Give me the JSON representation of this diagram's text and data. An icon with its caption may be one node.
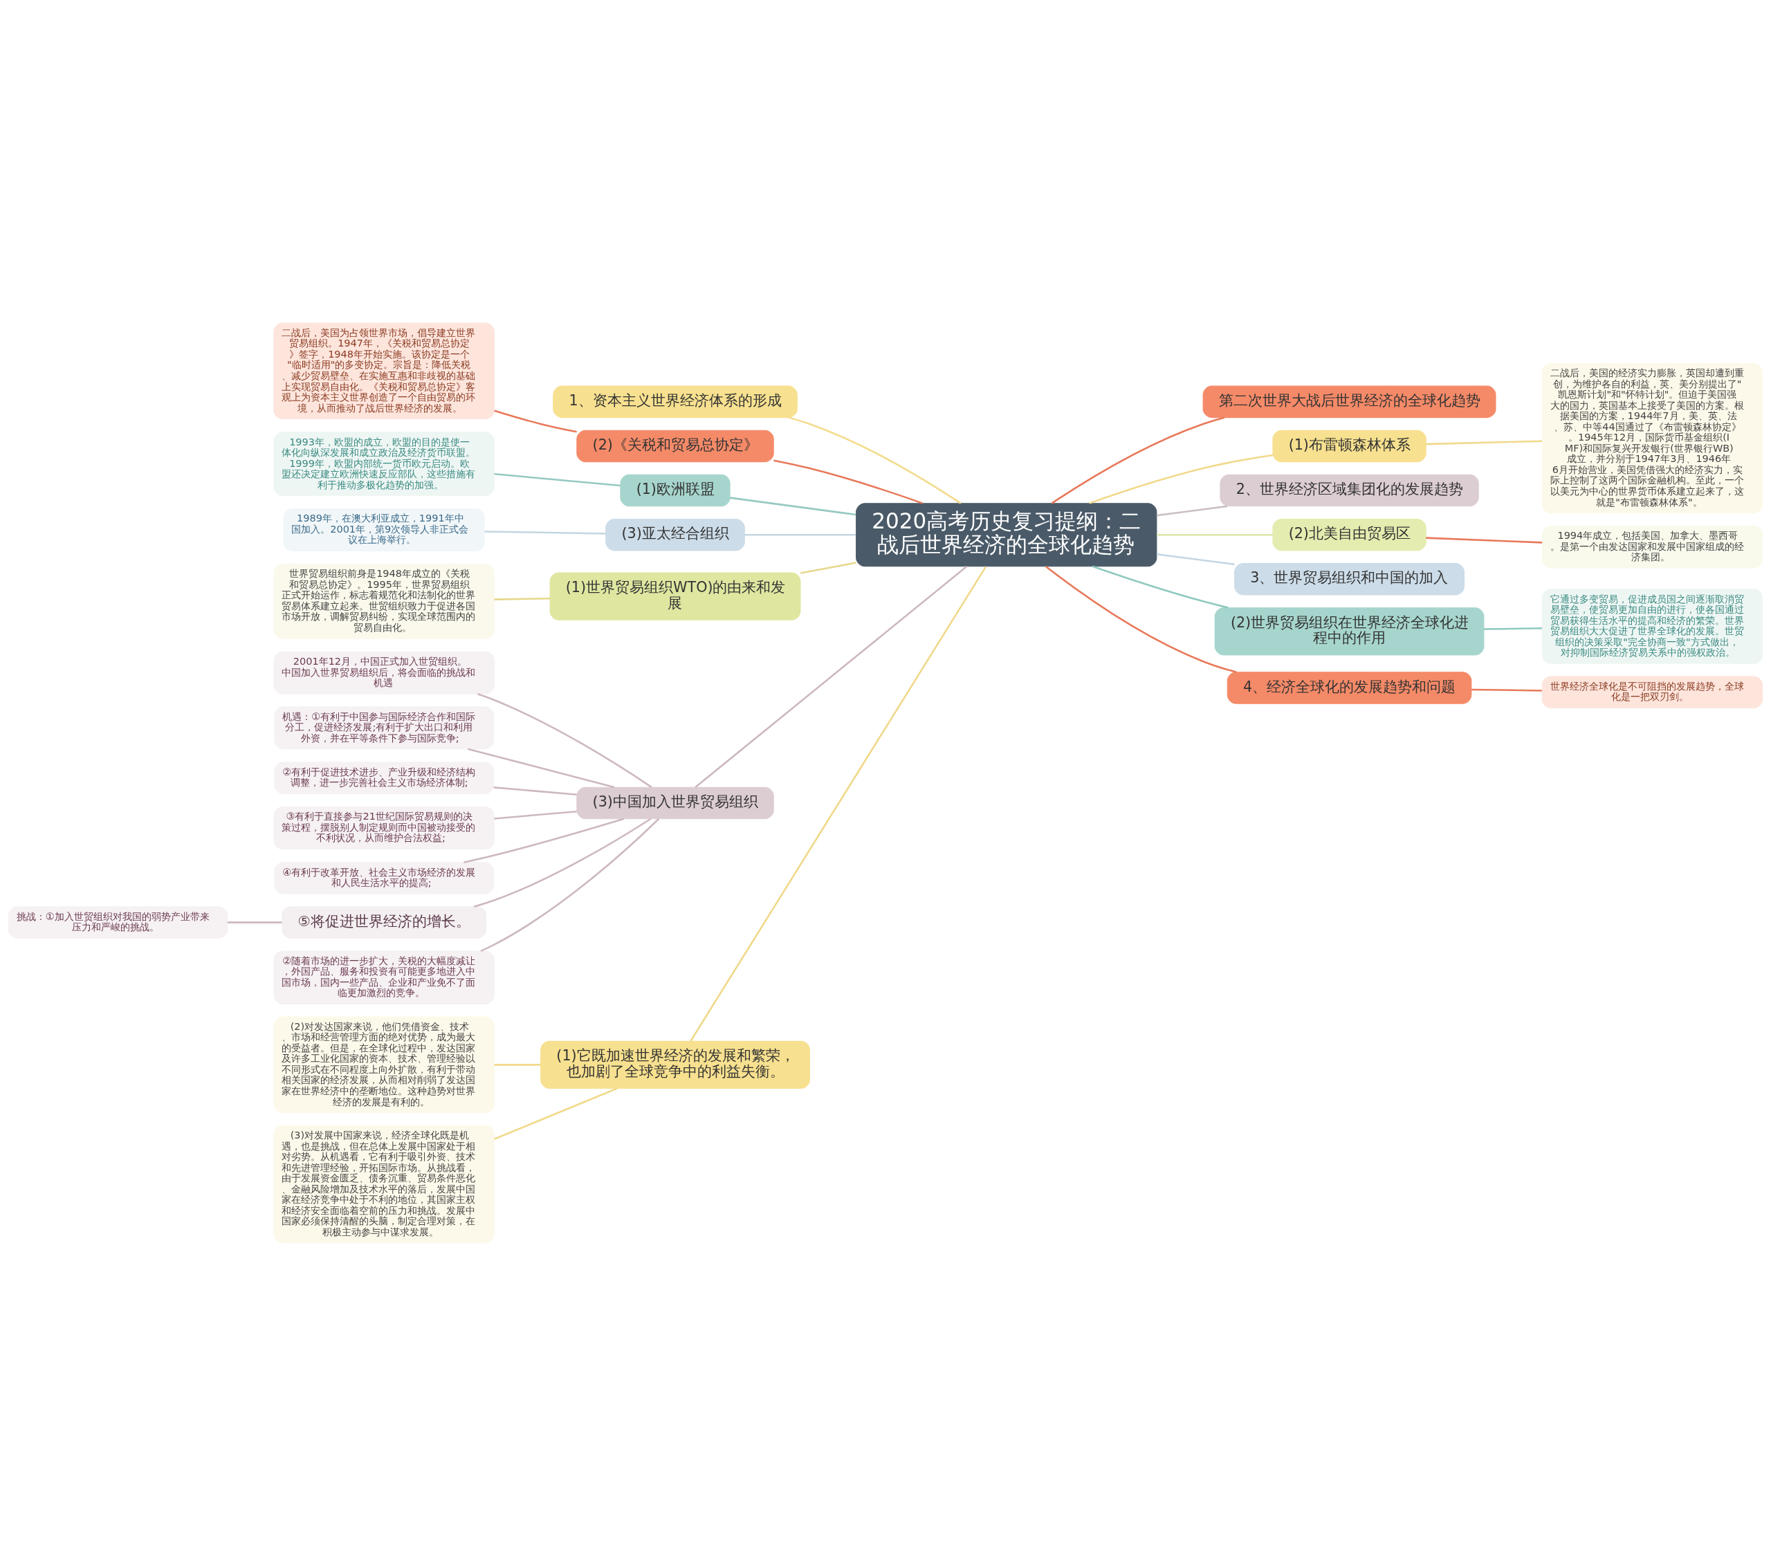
{
  "diagram": {
    "nodes": [
      {
        "text": [
          "2020高考历史复习提纲：二战后世界经济的全球化趋势"
        ]
      },
      {
        "text": [
          "1、资本主义世界经济体系的形成"
        ]
      },
      {
        "text": [
          "二战后，美国为占领世界市场，倡导建立世界贸易组织。1947年，《关税和贸易总协定》签字，1948年开始实施。该协定是一个\"临时适用\"的多变协定。宗旨是：降低关税、减少贸易壁垒、在实施互惠和非歧视的基础上实现贸易自由化。《关税和贸易总协定》客观上为资本主义世界创造了一个自由贸易的环境，从而推动了战后世界经济的发展。"
        ]
      },
      {
        "text": [
          "(2)《关税和贸易总协定》"
        ]
      },
      {
        "text": [
          "1993年，欧盟的成立，欧盟的目的是使一体化向纵深发展和成立政治及经济货币联盟。1999年，欧盟内部统一货币欧元启动。欧盟还决定建立欧洲快速反应部队，这些措施有利于推动多极化趋势的加强。"
        ]
      },
      {
        "text": [
          "(1)欧洲联盟"
        ]
      },
      {
        "text": [
          "1989年，在澳大利亚成立，1991年中国加入。2001年，第9次领导人非正式会议在上海举行。"
        ]
      },
      {
        "text": [
          "(3)亚太经合组织"
        ]
      },
      {
        "text": [
          "世界贸易组织前身是1948年成立的《关税和贸易总协定》。1995年，世界贸易组织正式开始运作，标志着规范化和法制化的世界贸易体系建立起来。世贸组织致力于促进各国市场开放，调解贸易纠纷，实现全球范围内的贸易自由化。"
        ]
      },
      {
        "text": [
          "(1)世界贸易组织WTO)的由来和发展"
        ]
      },
      {
        "text": [
          "2001年12月，中国正式加入世贸组织。中国加入世界贸易组织后，将会面临的挑战和机遇"
        ]
      },
      {
        "text": [
          "机遇：①有利于中国参与国际经济合作和国际分工，促进经济发展;有利于扩大出口和利用外资，并在平等条件下参与国际竞争;"
        ]
      },
      {
        "text": [
          "②有利于促进技术进步、产业升级和经济结构调整，进一步完善社会主义市场经济体制;"
        ]
      },
      {
        "text": [
          "③有利于直接参与21世纪国际贸易规则的决策过程，摆脱别人制定规则而中国被动接受的不利状况，从而维护合法权益;"
        ]
      },
      {
        "text": [
          "④有利于改革开放、社会主义市场经济的发展和人民生活水平的提高;"
        ]
      },
      {
        "text": [
          "挑战：①加入世贸组织对我国的弱势产业带来压力和严峻的挑战。"
        ]
      },
      {
        "text": [
          "⑤将促进世界经济的增长。"
        ]
      },
      {
        "text": [
          "②随着市场的进一步扩大，关税的大幅度减让，外国产品、服务和投资有可能更多地进入中国市场，国内一些产品、企业和产业免不了面临更加激烈的竞争。"
        ]
      },
      {
        "text": [
          "(3)中国加入世界贸易组织"
        ]
      },
      {
        "text": [
          "(2)对发达国家来说，他们凭借资金、技术、市场和经营管理方面的绝对优势，成为最大的受益者。但是，在全球化过程中，发达国家及许多工业化国家的资本、技术、管理经验以不同形式在不同程度上向外扩散，有利于带动相关国家的经济发展，从而相对削弱了发达国家在世界经济中的垄断地位。这种趋势对世界经济的发展是有利的。"
        ]
      },
      {
        "text": [
          "(3)对发展中国家来说，经济全球化既是机遇，也是挑战，但在总体上发展中国家处于相对劣势。从机遇看，它有利于吸引外资、技术和先进管理经验，开拓国际市场。从挑战看，由于发展资金匮乏、债务沉重、贸易条件恶化、金融风险增加及技术水平的落后，发展中国家在经济竞争中处于不利的地位，其国家主权和经济安全面临着空前的压力和挑战。发展中国家必须保持清醒的头脑，制定合理对策，在积极主动参与中谋求发展。"
        ]
      },
      {
        "text": [
          "(1)它既加速世界经济的发展和繁荣，也加剧了全球竞争中的利益失衡。"
        ]
      },
      {
        "text": [
          "第二次世界大战后世界经济的全球化趋势"
        ]
      },
      {
        "text": [
          "(1)布雷顿森林体系"
        ]
      },
      {
        "text": [
          "二战后，美国的经济实力膨胀，英国却遭到重创，为维护各自的利益，英、美分别提出了\"凯恩斯计划\"和\"怀特计划\"。但迫于美国强大的国力，英国基本上接受了美国的方案。根据美国的方案，1944年7月，美、英、法、苏、中等44国通过了《布雷顿森林协定》。1945年12月，国际货币基金组织(IMF)和国际复兴开发银行(世界银行WB)成立，并分别于1947年3月、1946年6月开始营业，美国凭借强大的经济实力，实际上控制了这两个国际金融机构。至此，一个以美元为中心的世界货币体系建立起来了，这就是\"布雷顿森林体系\"。"
        ]
      },
      {
        "text": [
          "2、世界经济区域集团化的发展趋势"
        ]
      },
      {
        "text": [
          "(2)北美自由贸易区"
        ]
      },
      {
        "text": [
          "1994年成立，包括美国、加拿大、墨西哥。是第一个由发达国家和发展中国家组成的经济集团。"
        ]
      },
      {
        "text": [
          "3、世界贸易组织和中国的加入"
        ]
      },
      {
        "text": [
          "(2)世界贸易组织在世界经济全球化进程中的作用"
        ]
      },
      {
        "text": [
          "它通过多变贸易，促进成员国之间逐渐取消贸易壁垒，使贸易更加自由的进行，使各国通过贸易获得生活水平的提高和经济的繁荣。世界贸易组织大大促进了世界全球化的发展。世贸组织的决策采取\"完全协商一致\"方式做出，对抑制国际经济贸易关系中的强权政治。"
        ]
      },
      {
        "text": [
          "4、经济全球化的发展趋势和问题"
        ]
      },
      {
        "text": [
          "世界经济全球化是不可阻挡的发展趋势，全球化是一把双刃剑。"
        ]
      }
    ],
    "edges": [
      {
        "from": 0,
        "to": 1,
        "arrow": "none",
        "color": "#f3dc8e"
      },
      {
        "from": 0,
        "to": 3,
        "arrow": "none",
        "color": "#e8795a"
      },
      {
        "from": 3,
        "to": 2,
        "arrow": "none",
        "color": "#e8795a"
      },
      {
        "from": 0,
        "to": 5,
        "arrow": "none",
        "color": "#96c9c1"
      },
      {
        "from": 5,
        "to": 4,
        "arrow": "none",
        "color": "#96c9c1"
      },
      {
        "from": 0,
        "to": 7,
        "arrow": "none",
        "color": "#c3d6e0"
      },
      {
        "from": 7,
        "to": 6,
        "arrow": "none",
        "color": "#c3d6e0"
      },
      {
        "from": 0,
        "to": 9,
        "arrow": "none",
        "color": "#e6d78c"
      },
      {
        "from": 9,
        "to": 8,
        "arrow": "none",
        "color": "#e6d78c"
      },
      {
        "from": 0,
        "to": 18,
        "arrow": "none",
        "color": "#cdb8c0"
      },
      {
        "from": 18,
        "to": 10,
        "arrow": "none",
        "color": "#cdb8c0"
      },
      {
        "from": 18,
        "to": 11,
        "arrow": "none",
        "color": "#cdb8c0"
      },
      {
        "from": 18,
        "to": 12,
        "arrow": "none",
        "color": "#cdb8c0"
      },
      {
        "from": 18,
        "to": 13,
        "arrow": "none",
        "color": "#cdb8c0"
      },
      {
        "from": 18,
        "to": 14,
        "arrow": "none",
        "color": "#cdb8c0"
      },
      {
        "from": 18,
        "to": 16,
        "arrow": "none",
        "color": "#cdb8c0"
      },
      {
        "from": 16,
        "to": 15,
        "arrow": "none",
        "color": "#cdb8c0"
      },
      {
        "from": 18,
        "to": 17,
        "arrow": "none",
        "color": "#cdb8c0"
      },
      {
        "from": 0,
        "to": 21,
        "arrow": "none",
        "color": "#f0d98a"
      },
      {
        "from": 21,
        "to": 19,
        "arrow": "none",
        "color": "#f0d98a"
      },
      {
        "from": 21,
        "to": 20,
        "arrow": "none",
        "color": "#f0d98a"
      },
      {
        "from": 0,
        "to": 22,
        "arrow": "none",
        "color": "#e8795a"
      },
      {
        "from": 0,
        "to": 23,
        "arrow": "none",
        "color": "#f0d98a"
      },
      {
        "from": 23,
        "to": 24,
        "arrow": "none",
        "color": "#f0d98a"
      },
      {
        "from": 0,
        "to": 25,
        "arrow": "none",
        "color": "#cdbfc6"
      },
      {
        "from": 0,
        "to": 26,
        "arrow": "none",
        "color": "#dde6a8"
      },
      {
        "from": 26,
        "to": 27,
        "arrow": "none",
        "color": "#e8795a"
      },
      {
        "from": 0,
        "to": 28,
        "arrow": "none",
        "color": "#c3d6e5"
      },
      {
        "from": 0,
        "to": 29,
        "arrow": "none",
        "color": "#8fc9c0"
      },
      {
        "from": 29,
        "to": 30,
        "arrow": "none",
        "color": "#8fc9c0"
      },
      {
        "from": 0,
        "to": 31,
        "arrow": "none",
        "color": "#e8795a"
      },
      {
        "from": 31,
        "to": 32,
        "arrow": "none",
        "color": "#e8795a"
      }
    ]
  }
}
